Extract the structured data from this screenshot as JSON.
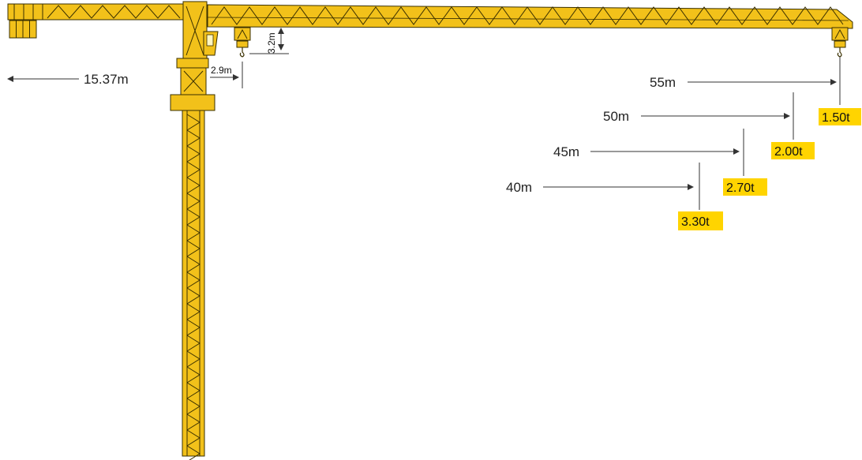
{
  "colors": {
    "structure": "#f2c11a",
    "outline": "#3a3000",
    "highlight": "#ffd400",
    "dimension_line": "#333333",
    "text": "#222222"
  },
  "counterjib": {
    "length_label": "15.37m"
  },
  "trolley_dims": {
    "offset_label": "2.9m",
    "height_label": "3.2m"
  },
  "load_chart": [
    {
      "radius_label": "55m",
      "load_label": "1.50t"
    },
    {
      "radius_label": "50m",
      "load_label": "2.00t"
    },
    {
      "radius_label": "45m",
      "load_label": "2.70t"
    },
    {
      "radius_label": "40m",
      "load_label": "3.30t"
    }
  ]
}
